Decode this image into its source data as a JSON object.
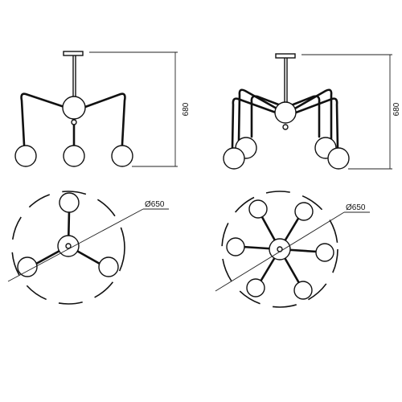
{
  "views": {
    "front_left": {
      "height_label": "680"
    },
    "front_right": {
      "height_label": "680"
    },
    "plan_left": {
      "diameter_label": "Ø650",
      "arm_count": 3
    },
    "plan_right": {
      "diameter_label": "Ø650",
      "arm_count": 6
    }
  }
}
